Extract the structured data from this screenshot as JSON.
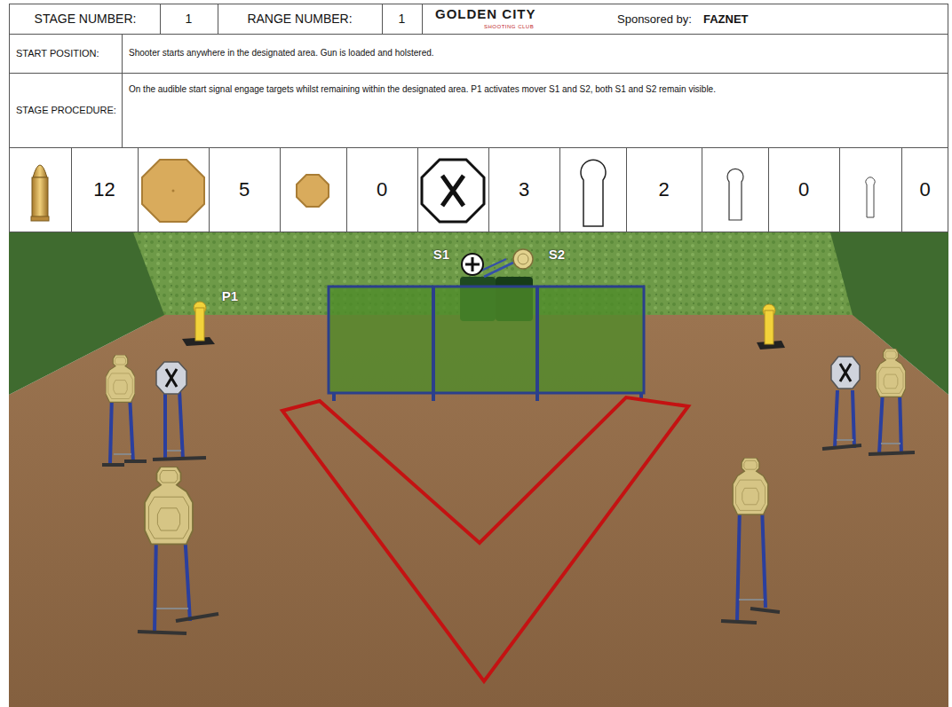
{
  "diagram": {
    "labels": [
      "STAGE NUMBER:",
      "1",
      "RANGE NUMBER:",
      "1",
      "GOLDEN CITY",
      "SHOOTING CLUB",
      "Sponsored by:",
      "FAZNET",
      "START POSITION:",
      "Shooter starts anywhere in the designated area. Gun is loaded and holstered.",
      "STAGE PROCEDURE:",
      "On the audible start signal engage targets whilst remaining within the designated area. P1 activates mover S1 and S2, both S1 and S2 remain visible.",
      "12",
      "5",
      "0",
      "3",
      "2",
      "0",
      "0",
      "S1",
      "P1",
      "S2"
    ]
  }
}
